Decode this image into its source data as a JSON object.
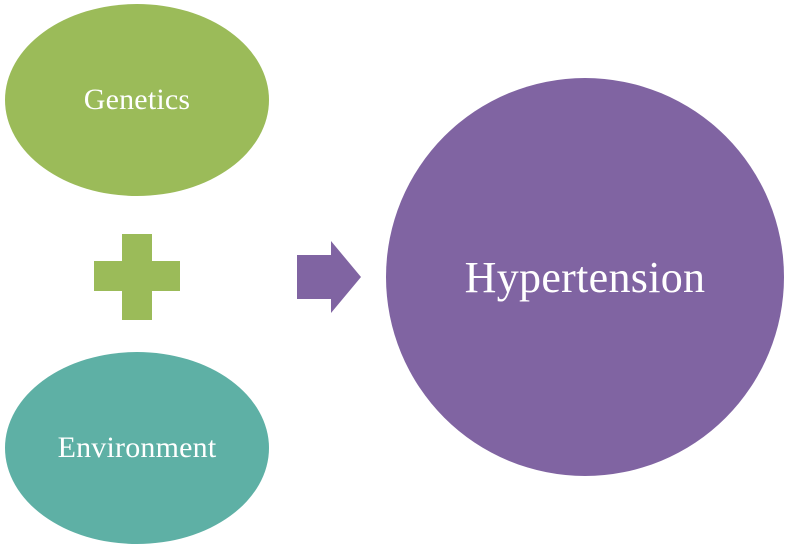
{
  "diagram": {
    "inputs": [
      {
        "label": "Genetics",
        "color": "#9bbb59"
      },
      {
        "label": "Environment",
        "color": "#5eb0a5"
      }
    ],
    "operator": {
      "symbol": "plus",
      "color": "#9bbb59"
    },
    "connector": {
      "symbol": "arrow-right",
      "color": "#8064a2"
    },
    "result": {
      "label": "Hypertension",
      "color": "#8064a2"
    }
  }
}
